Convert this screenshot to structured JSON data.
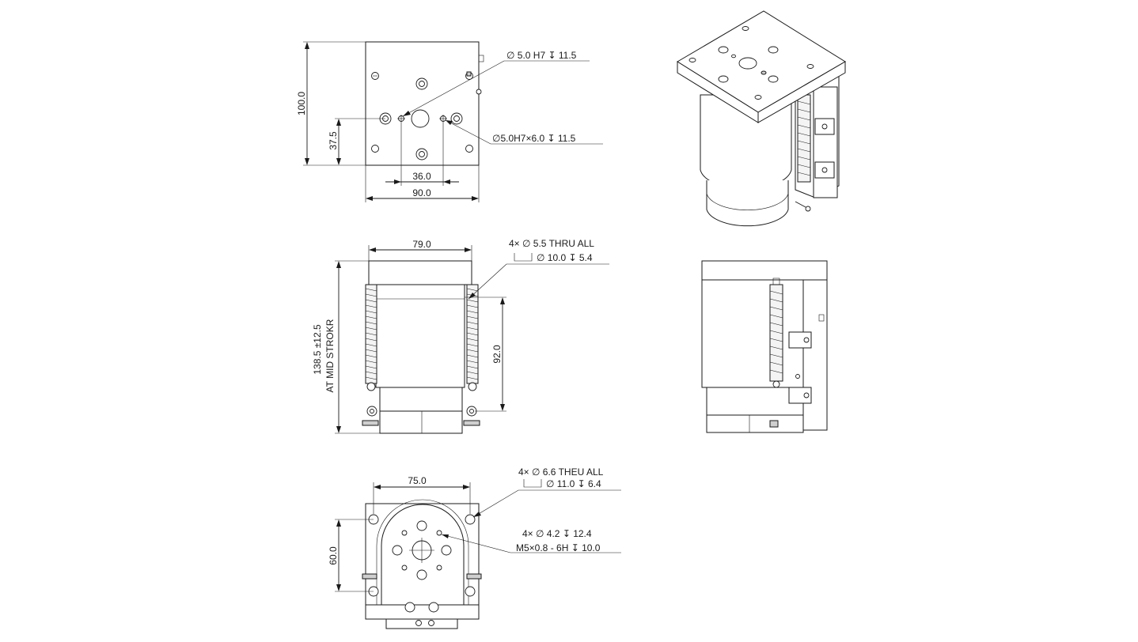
{
  "top_view": {
    "dim_height_total": "100.0",
    "dim_height_holes": "37.5",
    "dim_hole_spacing": "36.0",
    "dim_width": "90.0",
    "callout_pin_hole": "∅ 5.0 H7 ↧ 11.5",
    "callout_slot_hole": "∅5.0H7×6.0  ↧ 11.5"
  },
  "front_view": {
    "dim_width": "79.0",
    "dim_height": "138.5 ±12.5",
    "dim_height_note": "AT MID STROKR",
    "dim_inner_height": "92.0",
    "callout_line1": "4× ∅ 5.5 THRU ALL",
    "callout_line2": "∅ 10.0 ↧ 5.4"
  },
  "bottom_view": {
    "dim_width": "75.0",
    "dim_height": "60.0",
    "callout_a_line1": "4× ∅ 6.6 THEU ALL",
    "callout_a_line2": "∅ 11.0 ↧ 6.4",
    "callout_b_line1": "4× ∅ 4.2 ↧ 12.4",
    "callout_b_line2": "M5×0.8 - 6H ↧ 10.0"
  }
}
